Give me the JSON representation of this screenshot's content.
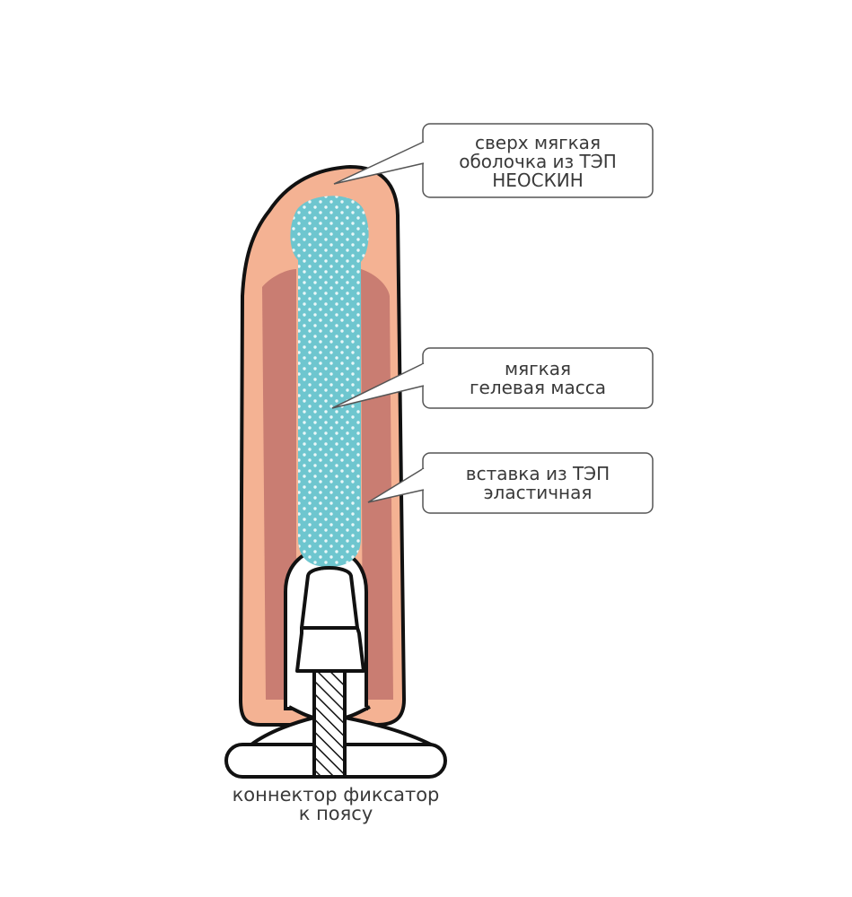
{
  "callouts": [
    {
      "lines": [
        "сверх мягкая",
        "оболочка из ТЭП",
        "НЕОСКИН"
      ]
    },
    {
      "lines": [
        "мягкая",
        "гелевая масса"
      ]
    },
    {
      "lines": [
        "вставка из ТЭП",
        "эластичная"
      ]
    }
  ],
  "bottom_label": {
    "lines": [
      "коннектор фиксатор",
      "к поясу"
    ]
  },
  "colors": {
    "shell": "#f4b293",
    "insert": "#c97d72",
    "gel": "#6ec6cf",
    "outline": "#111111"
  }
}
